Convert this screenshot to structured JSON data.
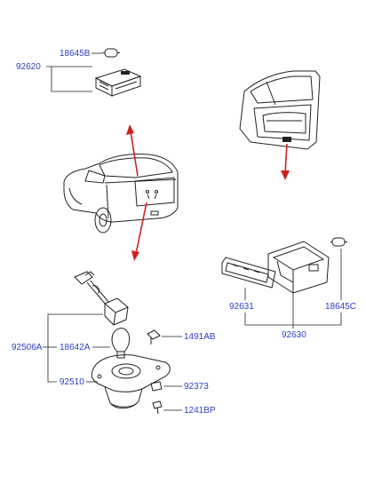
{
  "labels": {
    "p18645B": "18645B",
    "p92620": "92620",
    "p92506A": "92506A",
    "p18642A": "18642A",
    "p92510": "92510",
    "p1491AB": "1491AB",
    "p92373": "92373",
    "p1241BP": "1241BP",
    "p92631": "92631",
    "p92630": "92630",
    "p18645C": "18645C"
  },
  "colors": {
    "label": "#2b3fc7",
    "arrow": "#d02020",
    "line": "#222222"
  }
}
